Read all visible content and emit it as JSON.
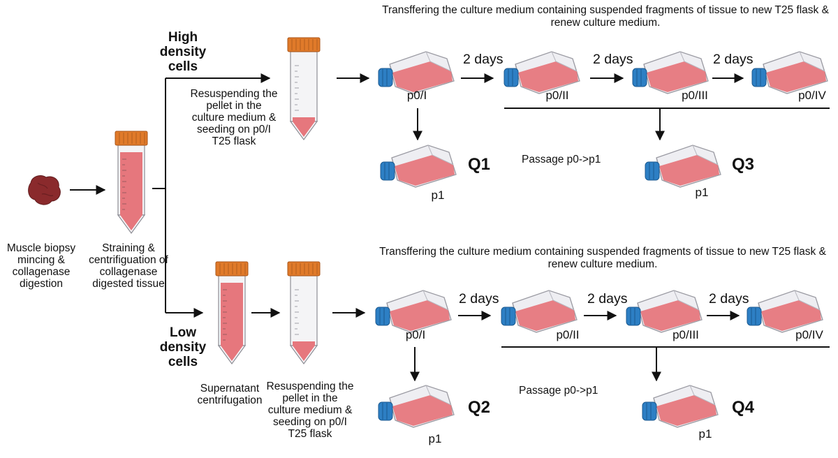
{
  "left": {
    "biopsy_label": "Muscle biopsy mincing & collagenase digestion",
    "straining_label": "Straining & centrifiguation of collagenase digested tissue"
  },
  "high": {
    "group_label": "High density cells",
    "resuspend_label": "Resuspending the pellet in the culture medium & seeding on p0/I T25 flask",
    "header": "Transffering the culture medium containing suspended fragments of tissue to new T25 flask & renew culture medium.",
    "days": [
      "2 days",
      "2 days",
      "2 days"
    ],
    "stages": [
      "p0/I",
      "p0/II",
      "p0/III",
      "p0/IV"
    ],
    "passage_label": "Passage p0->p1",
    "p1_left": "p1",
    "p1_right": "p1",
    "q_left": "Q1",
    "q_right": "Q3"
  },
  "low": {
    "group_label": "Low density cells",
    "supernatant_label": "Supernatant centrifugation",
    "resuspend_label": "Resuspending the pellet in the culture medium & seeding on p0/I T25 flask",
    "header": "Transffering the culture medium containing suspended fragments of tissue to new T25 flask & renew culture medium.",
    "days": [
      "2 days",
      "2 days",
      "2 days"
    ],
    "stages": [
      "p0/I",
      "p0/II",
      "p0/III",
      "p0/IV"
    ],
    "passage_label": "Passage p0->p1",
    "p1_left": "p1",
    "p1_right": "p1",
    "q_left": "Q2",
    "q_right": "Q4"
  },
  "colors": {
    "medium": "#e6777d",
    "tissue": "#8a2a2c",
    "cap": "#e07a2a",
    "flask_cap": "#2d7fc4",
    "line": "#111111"
  }
}
